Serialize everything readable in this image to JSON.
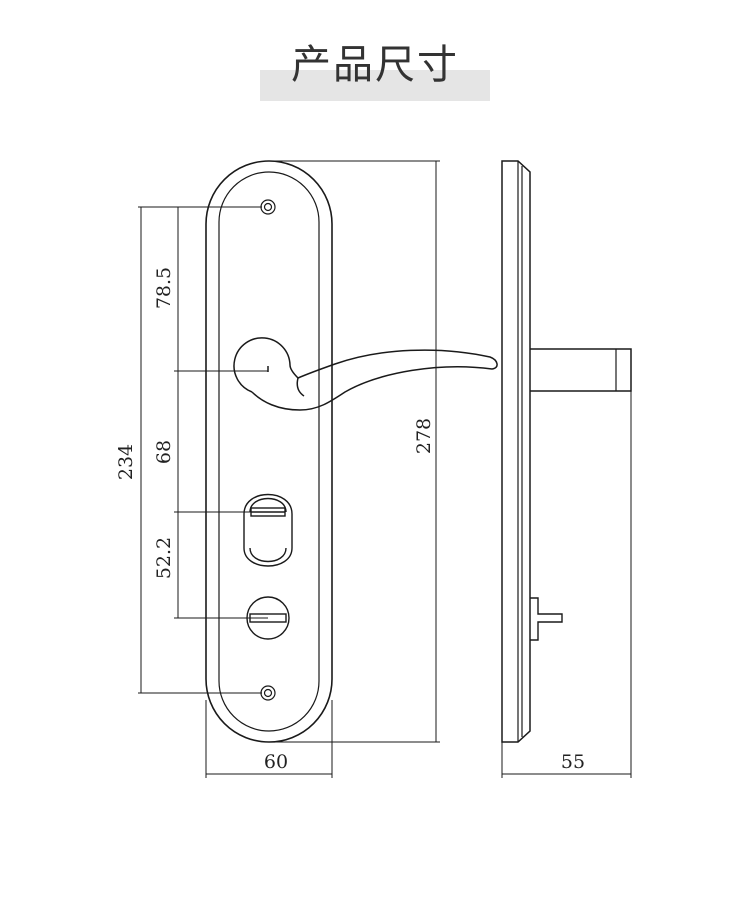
{
  "title": "产品尺寸",
  "dimensions": {
    "total_height": "278",
    "screw_spacing": "234",
    "screw_to_handle": "78.5",
    "handle_to_cylinder": "68",
    "cylinder_to_thumbturn": "52.2",
    "plate_width": "60",
    "projection": "55"
  },
  "colors": {
    "line": "#1a1a1a",
    "title_bar": "#e5e5e5",
    "title_text": "#333333"
  }
}
